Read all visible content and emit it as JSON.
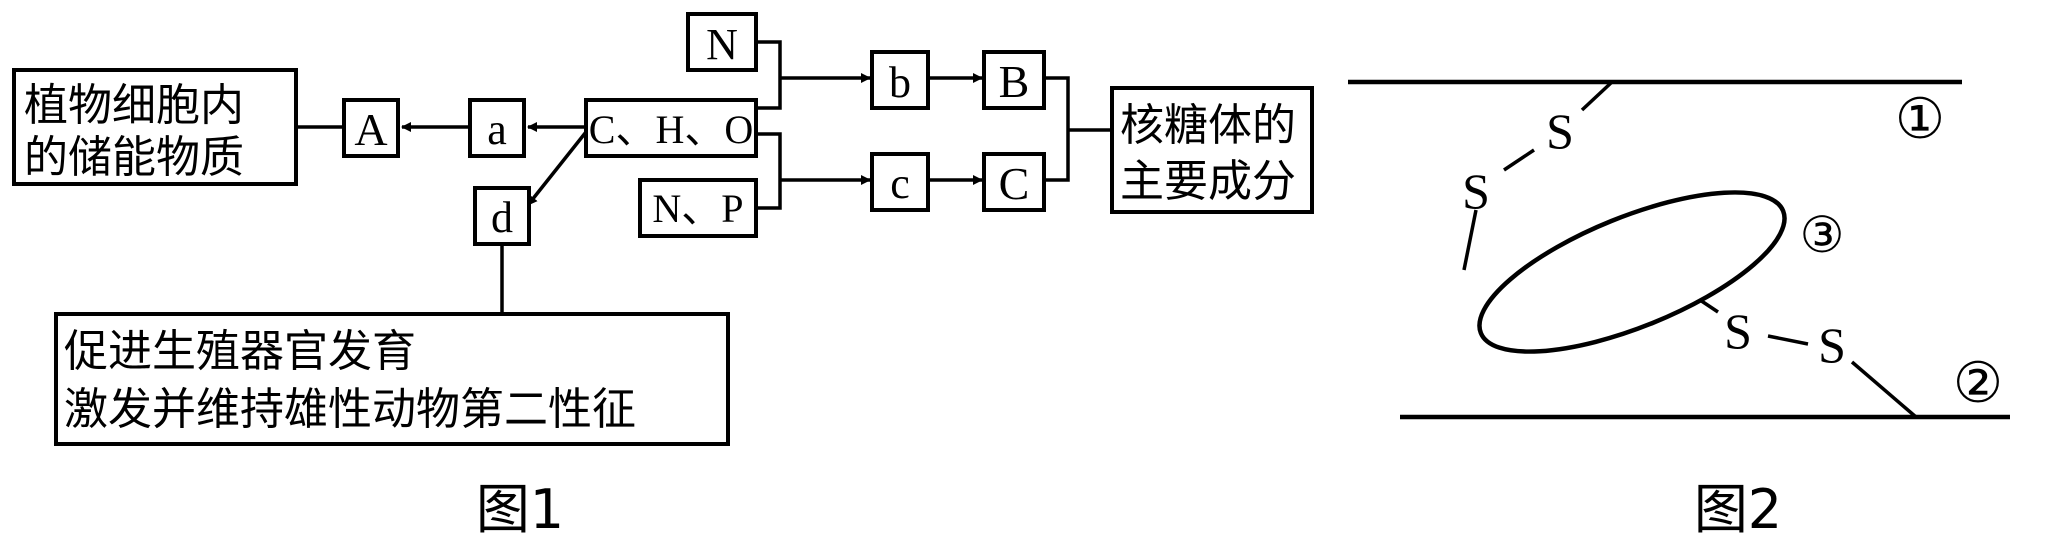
{
  "figure1": {
    "caption": "图1",
    "storage_label_line1": "植物细胞内",
    "storage_label_line2": "的储能物质",
    "node_A": "A",
    "node_a": "a",
    "node_d": "d",
    "node_CHO": "C、H、O",
    "node_N": "N",
    "node_NP": "N、P",
    "node_b": "b",
    "node_B": "B",
    "node_c": "c",
    "node_C": "C",
    "ribosome_line1": "核糖体的",
    "ribosome_line2": "主要成分",
    "function_line1": "促进生殖器官发育",
    "function_line2": "激发并维持雄性动物第二性征"
  },
  "figure2": {
    "caption": "图2",
    "label_1": "①",
    "label_2": "②",
    "label_3": "③",
    "s_top_left": "S",
    "s_top_right": "S",
    "s_bottom_left": "S",
    "s_bottom_right": "S"
  }
}
